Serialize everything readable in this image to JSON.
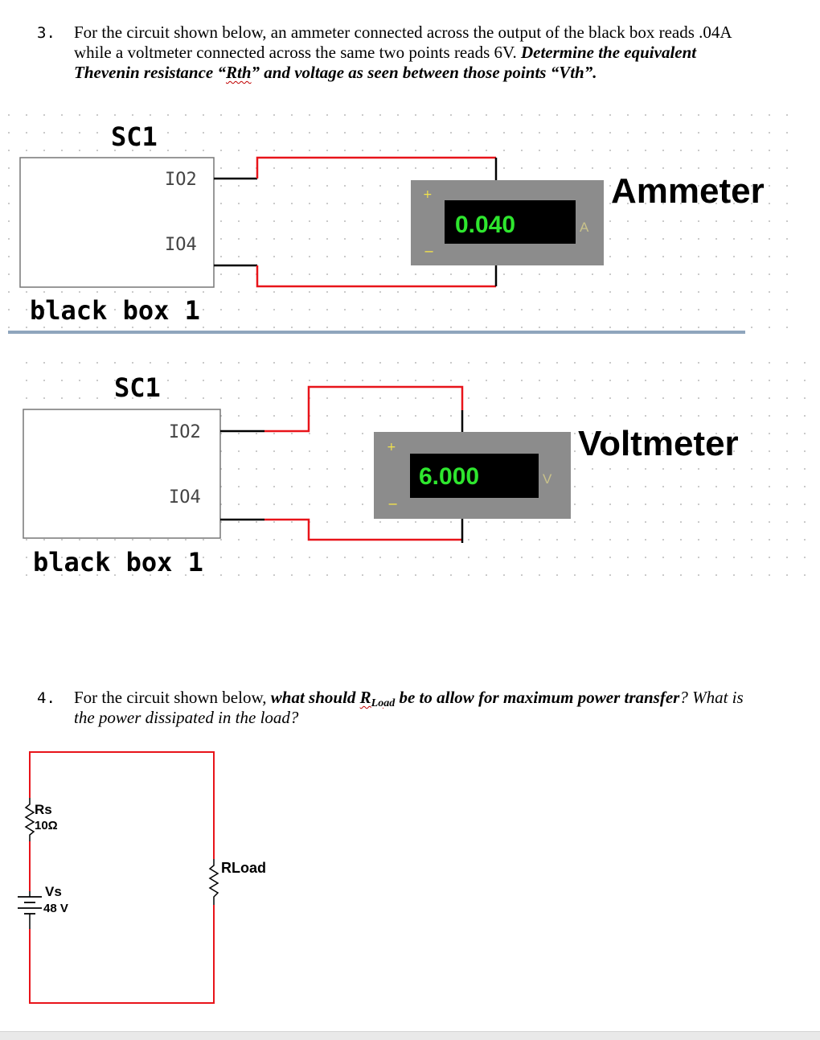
{
  "q3": {
    "number": "3.",
    "line1": "For the circuit shown below, an ammeter connected across the output of the black box reads .04A",
    "line2_plain": "while a voltmeter connected across the same two points reads 6V. ",
    "line2_bold": "Determine the equivalent",
    "line3_a": "Thevenin resistance “",
    "line3_rth": "Rth",
    "line3_b": "” and voltage as seen between those points “Vth”."
  },
  "circuit_ammeter": {
    "box_title": "SC1",
    "pin_top": "IO2",
    "pin_bottom": "IO4",
    "box_caption": "black box 1",
    "meter_reading": "0.040",
    "meter_unit": "A",
    "meter_plus": "+",
    "meter_minus": "−",
    "meter_label": "Ammeter"
  },
  "circuit_voltmeter": {
    "box_title": "SC1",
    "pin_top": "IO2",
    "pin_bottom": "IO4",
    "box_caption": "black box 1",
    "meter_reading": "6.000",
    "meter_unit": "V",
    "meter_plus": "+",
    "meter_minus": "−",
    "meter_label": "Voltmeter"
  },
  "q4": {
    "number": "4.",
    "a": "For the circuit shown below, ",
    "b_bold": "what should ",
    "r": "R",
    "r_sub": "Load",
    "c_bold": " be to allow for maximum power transfer",
    "d": "? What is",
    "line2": "the power dissipated in the load?"
  },
  "circuit_load": {
    "rs_name": "Rs",
    "rs_value": "10Ω",
    "vs_name": "Vs",
    "vs_value": "48 V",
    "rload_name": "RLoad"
  },
  "colors": {
    "wire_red": "#e8141a",
    "meter_gray": "#8c8c8c",
    "display_green": "#2ee62e",
    "dot_grid": "#b9b9b9"
  }
}
